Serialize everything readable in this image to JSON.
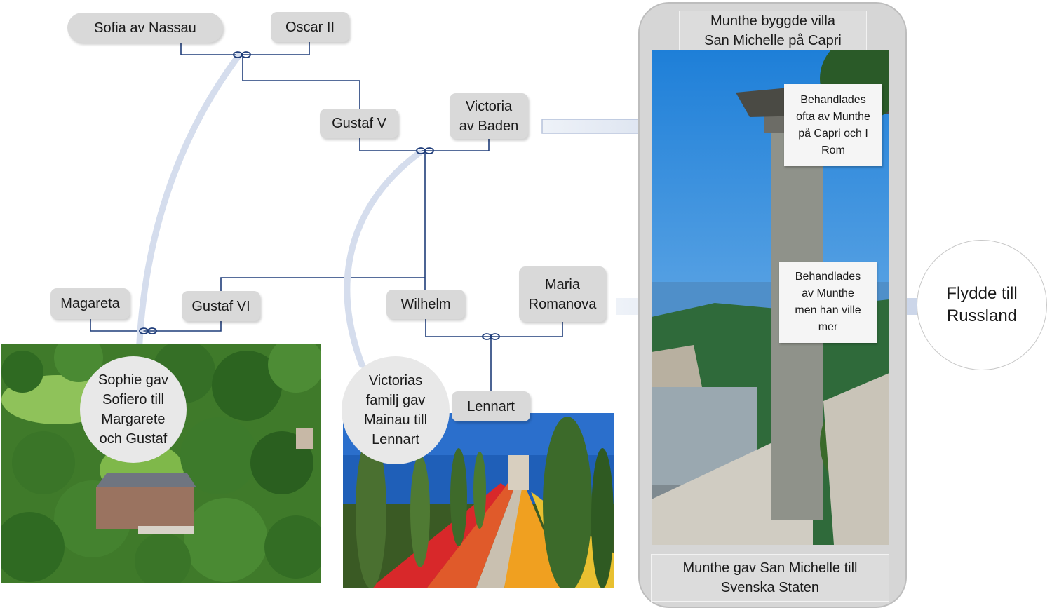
{
  "nodes": {
    "sofia": "Sofia av Nassau",
    "oscar": "Oscar II",
    "gustaf_v": "Gustaf V",
    "victoria": "Victoria\nav Baden",
    "magareta": "Magareta",
    "gustaf_vi": "Gustaf VI",
    "wilhelm": "Wilhelm",
    "maria": "Maria\nRomanova",
    "lennart": "Lennart"
  },
  "marriage_symbol": "∞",
  "bubbles": {
    "sofiero": "Sophie gav\nSofiero till\nMargarete\noch Gustaf",
    "mainau": "Victorias\nfamilj gav\nMainau till\nLennart"
  },
  "panel": {
    "top_caption": "Munthe byggde villa\nSan Michelle på Capri",
    "bottom_caption": "Munthe gav San Michelle till\nSvenska Staten",
    "note_victoria": "Behandlades\nofta av Munthe\npå Capri  och I\nRom",
    "note_maria": "Behandlades\nav Munthe\nmen han ville\nmer"
  },
  "outcome": "Flydde till\nRussland",
  "colors": {
    "node_fill": "#d9d9d9",
    "line": "#1f3d7a",
    "arrow": "#dde4f1",
    "panel": "#d6d6d6"
  }
}
